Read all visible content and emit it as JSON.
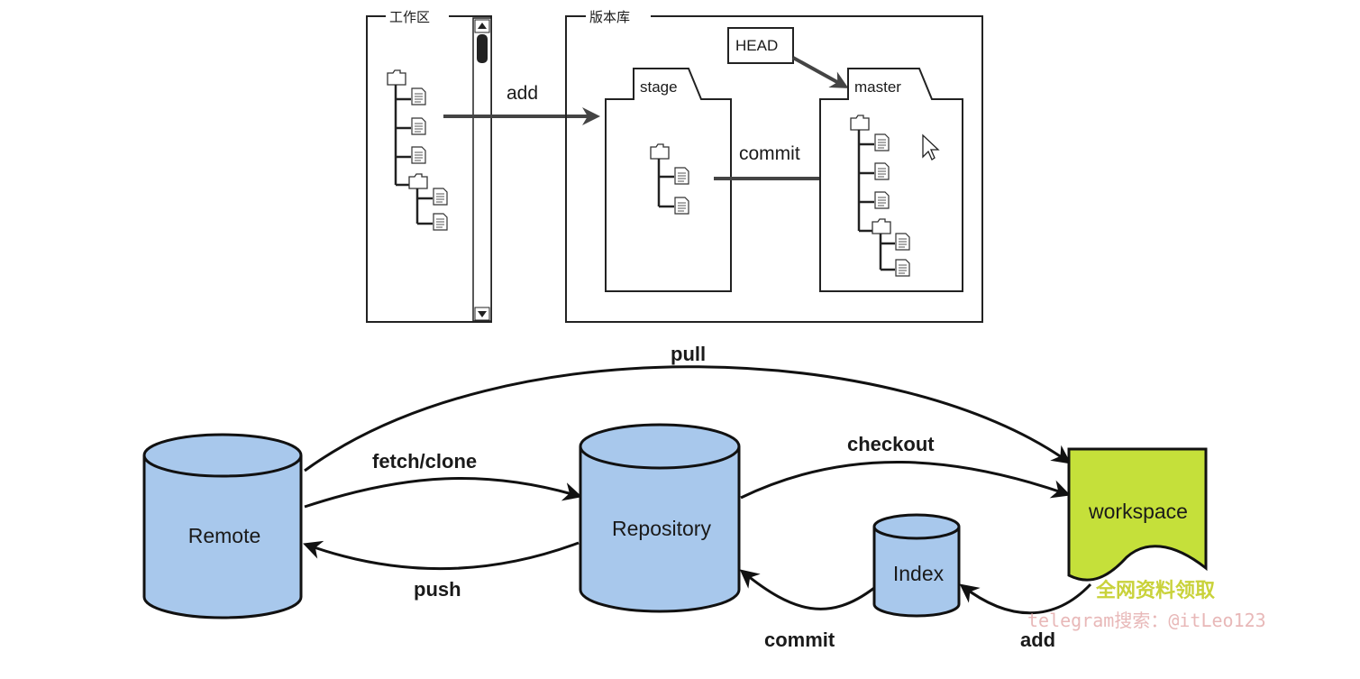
{
  "top_diagram": {
    "workspace_label": "工作区",
    "repo_label": "版本库",
    "stage_label": "stage",
    "master_label": "master",
    "head_label": "HEAD",
    "add_label": "add",
    "commit_label": "commit"
  },
  "bottom_diagram": {
    "nodes": {
      "remote": "Remote",
      "repository": "Repository",
      "index": "Index",
      "workspace": "workspace"
    },
    "arrows": {
      "pull": "pull",
      "fetch_clone": "fetch/clone",
      "push": "push",
      "checkout": "checkout",
      "commit": "commit",
      "add": "add"
    }
  },
  "watermark": {
    "line1": "全网资料领取",
    "line2": "telegram搜索：@itLeo123"
  },
  "colors": {
    "cylinder_fill": "#a8c8ec",
    "workspace_fill": "#c5e03a",
    "stroke": "#111111",
    "watermark_line1": "#c9d23a",
    "watermark_line2": "#e8b8b8"
  }
}
